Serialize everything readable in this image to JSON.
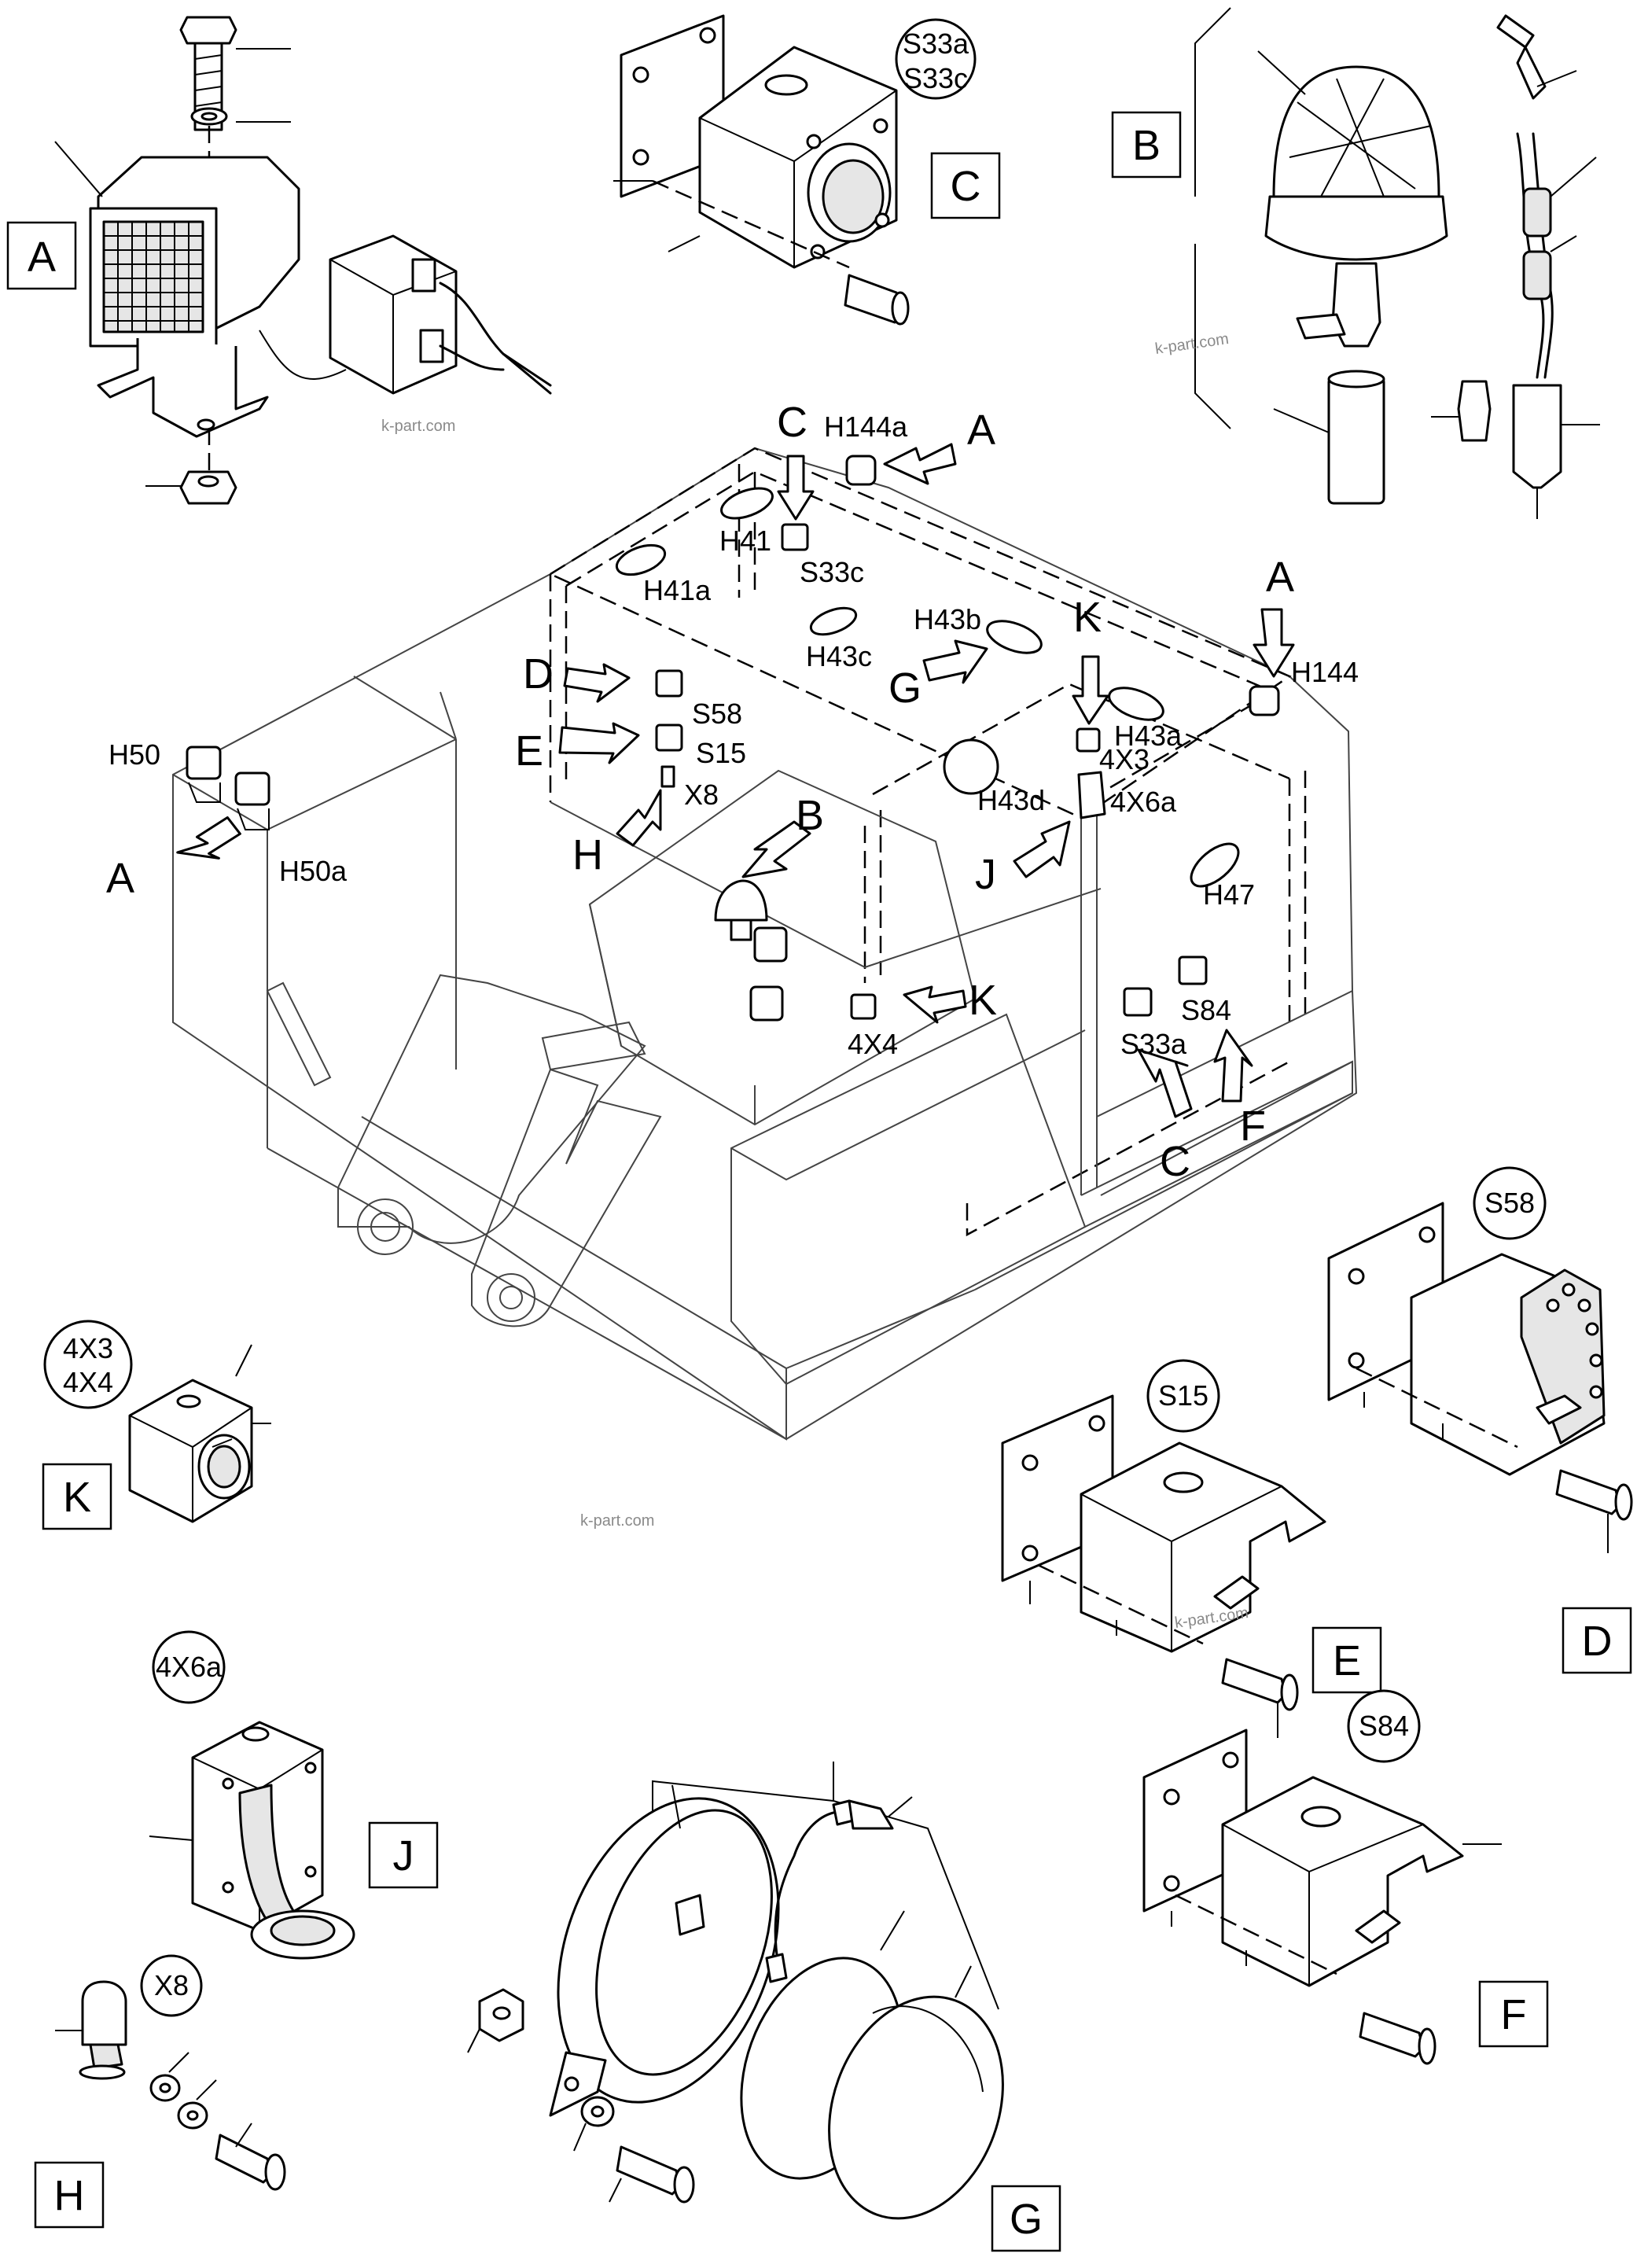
{
  "watermark": "k-part.com",
  "views": {
    "A": "A",
    "B": "B",
    "C": "C",
    "D": "D",
    "E": "E",
    "F": "F",
    "G": "G",
    "H": "H",
    "J": "J",
    "K": "K"
  },
  "badges": {
    "c_line1": "S33a",
    "c_line2": "S33c",
    "d": "S58",
    "e": "S15",
    "f": "S84",
    "k_line1": "4X3",
    "k_line2": "4X4",
    "j": "4X6a",
    "h": "X8"
  },
  "components": {
    "h50": "H50",
    "h50a": "H50a",
    "h41": "H41",
    "h41a": "H41a",
    "h43b": "H43b",
    "h43c": "H43c",
    "h43a": "H43a",
    "h43d": "H43d",
    "h144": "H144",
    "h144a": "H144a",
    "h47": "H47",
    "s33c": "S33c",
    "s33a": "S33a",
    "s58": "S58",
    "s15": "S15",
    "s84": "S84",
    "x8": "X8",
    "x4x3": "4X3",
    "x4x6a": "4X6a",
    "x4x4": "4X4"
  },
  "pointers": {
    "a1": "A",
    "a2": "A",
    "a3": "A",
    "b": "B",
    "c1": "C",
    "c2": "C",
    "d": "D",
    "e": "E",
    "f": "F",
    "g": "G",
    "h": "H",
    "j": "J",
    "k1": "K",
    "k2": "K"
  }
}
